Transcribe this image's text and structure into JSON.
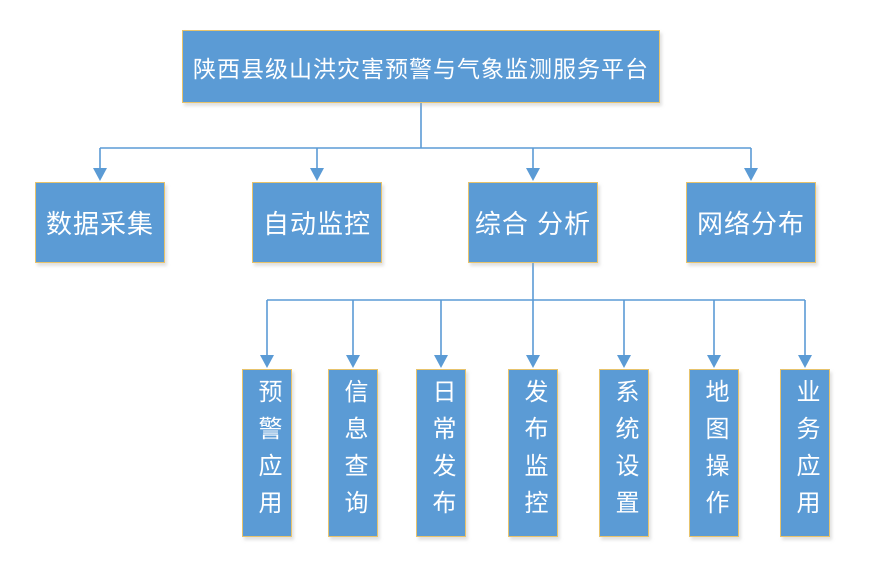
{
  "diagram": {
    "root": {
      "label": "陕西县级山洪灾害预警与气象监测服务平台"
    },
    "level2": [
      {
        "label": "数据采集"
      },
      {
        "label": "自动监控"
      },
      {
        "label": "综合 分析"
      },
      {
        "label": "网络分布"
      }
    ],
    "level3": [
      {
        "label": "预警应用"
      },
      {
        "label": "信息查询"
      },
      {
        "label": "日常发布"
      },
      {
        "label": "发布监控"
      },
      {
        "label": "系统设置"
      },
      {
        "label": "地图操作"
      },
      {
        "label": "业务应用"
      }
    ]
  },
  "colors": {
    "box_fill": "#5B9BD5",
    "box_border": "#E7C36C",
    "connector": "#5B9BD5",
    "text": "#FFFFFF",
    "background": "#FFFFFF"
  }
}
